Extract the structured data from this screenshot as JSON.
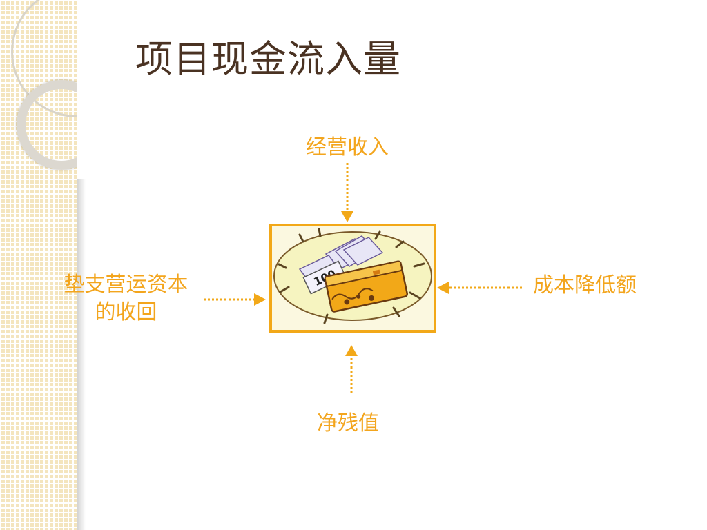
{
  "slide": {
    "title": "项目现金流入量"
  },
  "diagram": {
    "center_image": "wallet-money-illustration",
    "center_image_text": "100",
    "inputs": {
      "top": "经营收入",
      "left_line1": "垫支营运资本",
      "left_line2": "的收回",
      "right": "成本降低额",
      "bottom": "净残值"
    }
  },
  "colors": {
    "title": "#4a3222",
    "label": "#f3a51d",
    "arrow": "#f2a818",
    "side_panel": "#f4e5be"
  }
}
